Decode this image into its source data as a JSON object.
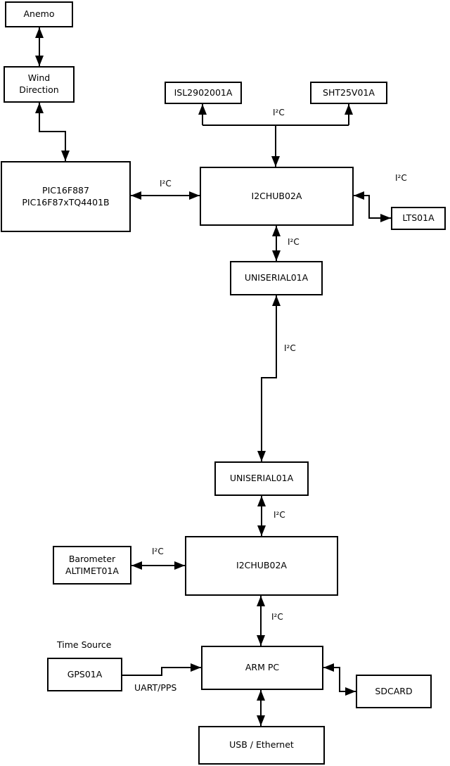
{
  "diagram": {
    "nodes": {
      "anemo": {
        "label": "Anemo"
      },
      "wind": {
        "line1": "Wind",
        "line2": "Direction"
      },
      "pic": {
        "line1": "PIC16F887",
        "line2": "PIC16F87xTQ4401B"
      },
      "isl": {
        "label": "ISL2902001A"
      },
      "sht": {
        "label": "SHT25V01A"
      },
      "hub1": {
        "label": "I2CHUB02A"
      },
      "lts": {
        "label": "LTS01A"
      },
      "uniserial1": {
        "label": "UNISERIAL01A"
      },
      "uniserial2": {
        "label": "UNISERIAL01A"
      },
      "barometer": {
        "line1": "Barometer",
        "line2": "ALTIMET01A"
      },
      "hub2": {
        "label": "I2CHUB02A"
      },
      "gps": {
        "label": "GPS01A"
      },
      "arm_pc": {
        "label": "ARM PC"
      },
      "sdcard": {
        "label": "SDCARD"
      },
      "usb_ethernet": {
        "label": "USB / Ethernet"
      }
    },
    "edge_labels": {
      "i2c_sensors_top": "I²C",
      "i2c_pic_hub1": "I²C",
      "i2c_hub1_lts": "I²C",
      "i2c_hub1_uniserial1": "I²C",
      "i2c_uniserial_link": "I²C",
      "i2c_uniserial2_hub2": "I²C",
      "i2c_barometer_hub2": "I²C",
      "i2c_hub2_armpc": "I²C",
      "uart_pps": "UART/PPS",
      "time_source": "Time Source"
    },
    "colors": {
      "line": "#000000",
      "background": "#ffffff",
      "box_fill": "#ffffff"
    }
  }
}
